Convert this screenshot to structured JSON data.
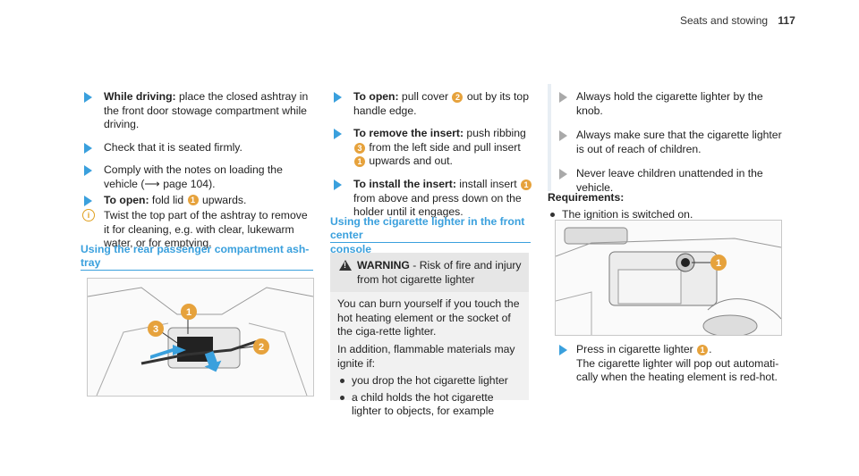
{
  "header": {
    "section": "Seats and stowing",
    "page": "117"
  },
  "col1": {
    "items": [
      {
        "bold": "While driving:",
        "text": " place the closed ashtray in the front door stowage compartment while driving."
      },
      {
        "text": "Check that it is seated firmly."
      },
      {
        "text_a": "Comply with the notes on loading the vehicle (",
        "ref": "⟶ page 104).",
        "text_b": ""
      },
      {
        "bold": "To open:",
        "text_a": " fold lid ",
        "badge": "1",
        "text_b": " upwards."
      }
    ],
    "note": "Twist the top part of the ashtray to remove it for cleaning, e.g. with clear, lukewarm water, or for emptying.",
    "subheading_line1": "Using the rear passenger compartment ash-",
    "subheading_line2": "tray",
    "figure_badges": [
      "1",
      "2",
      "3"
    ]
  },
  "col2": {
    "items": [
      {
        "bold": "To open:",
        "text_a": " pull cover ",
        "badge": "2",
        "text_b": " out by its top handle edge."
      },
      {
        "bold": "To remove the insert:",
        "text_a": " push ribbing ",
        "badge": "3",
        "text_b": " from the left side and pull insert ",
        "badge2": "1",
        "text_c": " upwards and out."
      },
      {
        "bold": "To install the insert:",
        "text_a": " install insert ",
        "badge": "1",
        "text_b": " from above and press down on the holder until it engages."
      }
    ],
    "subheading_line1": "Using the cigarette lighter in the front center",
    "subheading_line2": "console",
    "warning": {
      "label": "WARNING",
      "title": " - Risk of fire and injury from hot cigarette lighter",
      "p1": "You can burn yourself if you touch the hot heating element or the socket of the ciga-rette lighter.",
      "p2": "In addition, flammable materials may ignite if:",
      "bullets": [
        "you drop the hot cigarette lighter",
        "a child holds the hot cigarette lighter to objects, for example"
      ]
    }
  },
  "col3": {
    "hints": [
      "Always hold the cigarette lighter by the knob.",
      "Always make sure that the cigarette lighter is out of reach of children.",
      "Never leave children unattended in the vehicle."
    ],
    "req_title": "Requirements:",
    "req_bullet": "The ignition is switched on.",
    "figure_badge": "1",
    "step_text_a": "Press in cigarette lighter ",
    "step_badge": "1",
    "step_text_b": ".",
    "step_text_c": "The cigarette lighter will pop out automati-cally when the heating element is red-hot."
  },
  "colors": {
    "accent": "#3aa0dd",
    "badge": "#e6a23c"
  }
}
